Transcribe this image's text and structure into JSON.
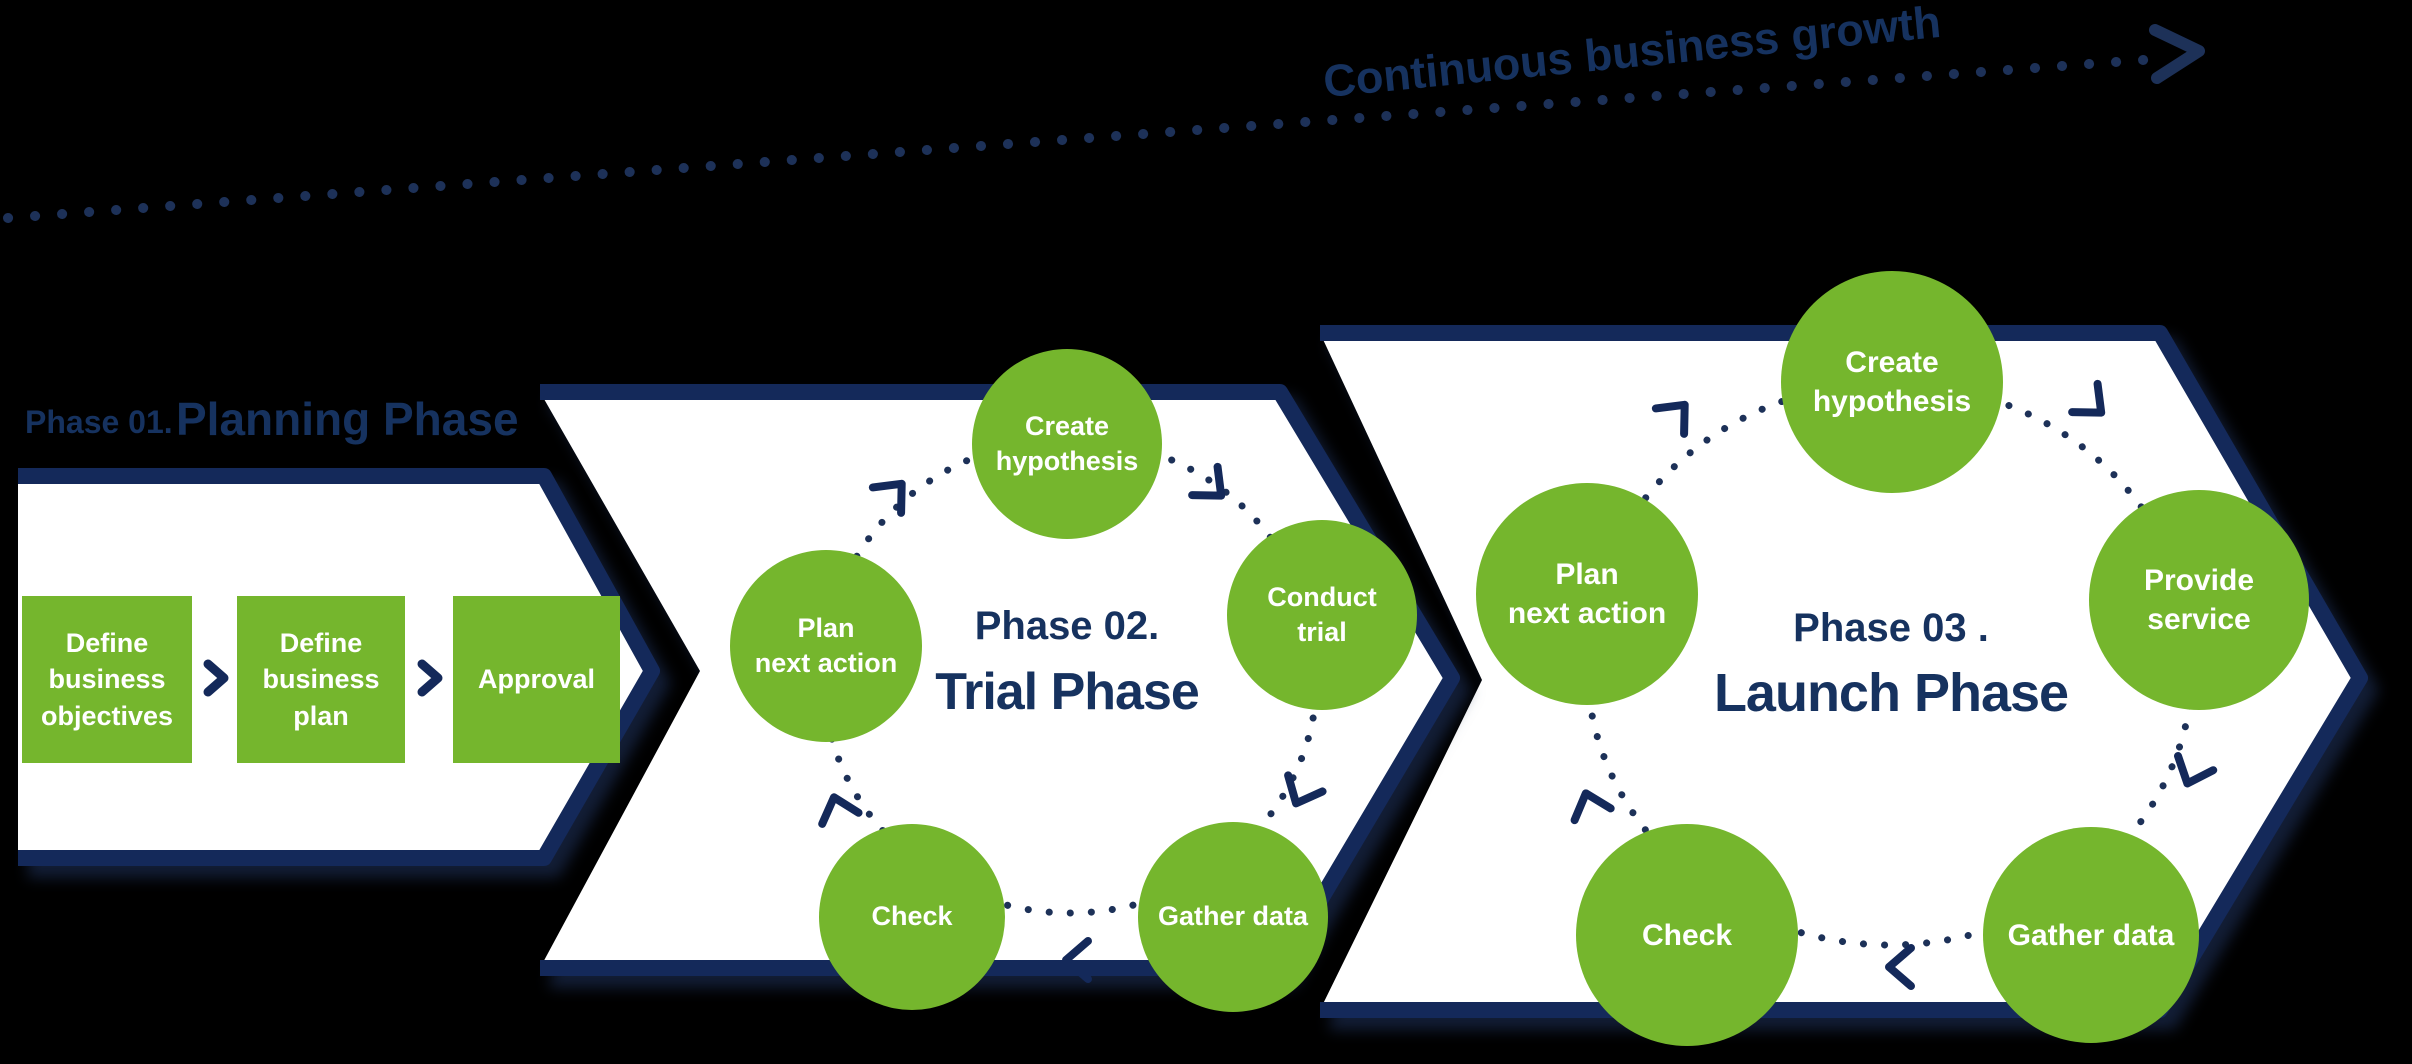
{
  "growth": {
    "label": "Continuous business growth"
  },
  "phase1": {
    "label": "Phase 01.",
    "title": "Planning Phase",
    "steps": [
      {
        "label": "Define\nbusiness\nobjectives"
      },
      {
        "label": "Define\nbusiness\nplan"
      },
      {
        "label": "Approval"
      }
    ]
  },
  "phase2": {
    "label": "Phase 02.",
    "title": "Trial Phase",
    "cycle": [
      {
        "label": "Create\nhypothesis"
      },
      {
        "label": "Conduct\ntrial"
      },
      {
        "label": "Gather data"
      },
      {
        "label": "Check"
      },
      {
        "label": "Plan\nnext action"
      }
    ]
  },
  "phase3": {
    "label": "Phase 03 .",
    "title": "Launch Phase",
    "cycle": [
      {
        "label": "Create\nhypothesis"
      },
      {
        "label": "Provide\nservice"
      },
      {
        "label": "Gather data"
      },
      {
        "label": "Check"
      },
      {
        "label": "Plan\nnext action"
      }
    ]
  },
  "colors": {
    "green": "#75b62d",
    "navy": "#14295a",
    "title_navy": "#16325f",
    "background": "#000000"
  }
}
